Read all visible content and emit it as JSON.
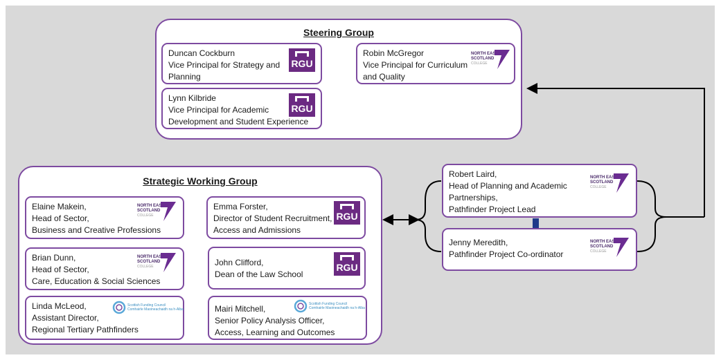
{
  "steering_group": {
    "title": "Steering Group",
    "members": [
      {
        "lines": [
          "Duncan Cockburn",
          "Vice Principal for Strategy and",
          "Planning"
        ],
        "logo": "RGU"
      },
      {
        "lines": [
          "Lynn Kilbride",
          "Vice Principal for Academic",
          "Development and Student Experience"
        ],
        "logo": "RGU"
      },
      {
        "lines": [
          "Robin McGregor",
          "Vice Principal for Curriculum",
          "and Quality"
        ],
        "logo": "North East Scotland College"
      }
    ]
  },
  "strategic_working_group": {
    "title": "Strategic Working Group",
    "members": [
      {
        "lines": [
          "Elaine Makein,",
          "Head of Sector,",
          "Business and Creative Professions"
        ],
        "logo": "North East Scotland College"
      },
      {
        "lines": [
          "Brian Dunn,",
          "Head of Sector,",
          "Care, Education & Social Sciences"
        ],
        "logo": "North East Scotland College"
      },
      {
        "lines": [
          "Linda McLeod,",
          "Assistant Director,",
          "Regional Tertiary Pathfinders"
        ],
        "logo": "Scottish Funding Council"
      },
      {
        "lines": [
          "Emma Forster,",
          "Director of Student Recruitment,",
          "Access and Admissions"
        ],
        "logo": "RGU"
      },
      {
        "lines": [
          "John Clifford,",
          "Dean of the Law School"
        ],
        "logo": "RGU"
      },
      {
        "lines": [
          "Mairi Mitchell,",
          "Senior Policy Analysis Officer,",
          "Access, Learning and Outcomes"
        ],
        "logo": "Scottish Funding Council"
      }
    ]
  },
  "project_leads": [
    {
      "lines": [
        "Robert Laird,",
        "Head of Planning and Academic",
        "Partnerships,",
        "Pathfinder Project Lead"
      ],
      "logo": "North East Scotland College"
    },
    {
      "lines": [
        "Jenny Meredith,",
        "Pathfinder Project Co-ordinator"
      ],
      "logo": "North East Scotland College"
    }
  ],
  "logo_text": {
    "rgu": "RGU",
    "nesc": [
      "NORTH EAST",
      "SCOTLAND",
      "COLLEGE"
    ],
    "sfc": [
      "Scottish Funding Council",
      "Comhairle Maoineachaidh na h-Alba"
    ]
  },
  "colors": {
    "border": "#7d4aa0",
    "rgu": "#6b2a82",
    "nesc": "#6a2c91",
    "connector": "#000000",
    "link_bar": "#1f3a8a",
    "background": "#d9d9d9"
  }
}
